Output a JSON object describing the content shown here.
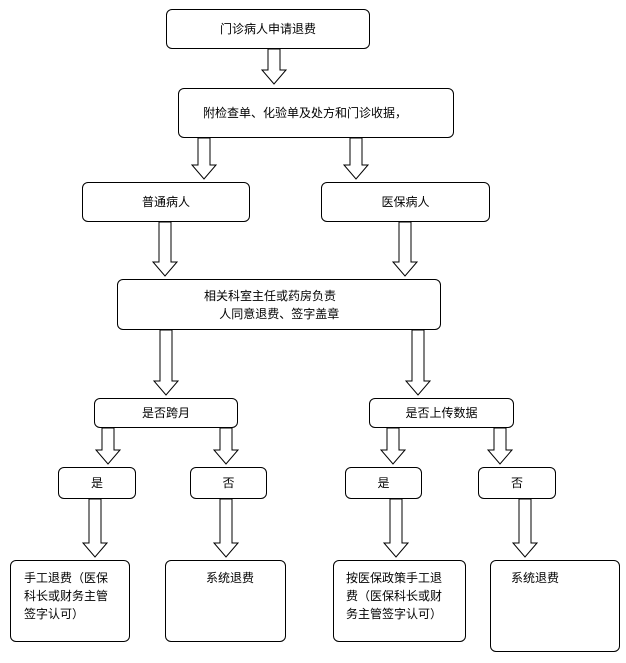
{
  "nodes": {
    "apply": "门诊病人申请退费",
    "attach": "附检查单、化验单及处方和门诊收据，",
    "normal": "普通病人",
    "insured": "医保病人",
    "approve": "相关科室主任或药房负责\n    人同意退费、签字盖章",
    "cross_month": "是否跨月",
    "uploaded": "是否上传数据",
    "yes_left": "是",
    "no_left": "否",
    "yes_right": "是",
    "no_right": "否",
    "manual_left": "手工退费（医保\n科长或财务主管\n签字认可）",
    "system_left": "系统退费",
    "manual_right": "按医保政策手工退\n费（医保科长或财\n务主管签字认可）",
    "system_right": "系统退费"
  }
}
